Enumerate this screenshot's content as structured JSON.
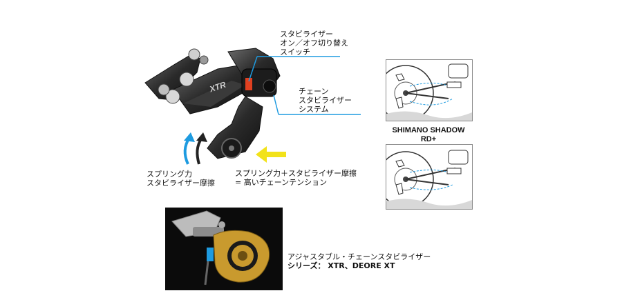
{
  "callouts": {
    "stabilizer_switch": [
      "スタビライザー",
      "オン／オフ切り替え",
      "スイッチ"
    ],
    "chain_stabilizer_system": [
      "チェーン",
      "スタビライザー",
      "システム"
    ],
    "spring_force": [
      "スプリング力",
      "スタビライザー摩擦"
    ],
    "spring_plus_friction": [
      "スプリング力＋スタビライザー摩擦",
      "= 高いチェーンテンション"
    ]
  },
  "product": {
    "name": "SHIMANO SHADOW",
    "suffix": "RD+",
    "brand_mark": "XTR"
  },
  "inset": {
    "caption": [
      "アジャスタブル・チェーンスタビライザー",
      "シリーズ： XTR、DEORE XT"
    ]
  },
  "colors": {
    "callout_line": "#1e9be0",
    "arrow_blue": "#1e9be0",
    "arrow_black": "#222222",
    "arrow_yellow": "#f2e21a",
    "highlight_red": "#e04020",
    "gold": "#c99a2e"
  }
}
